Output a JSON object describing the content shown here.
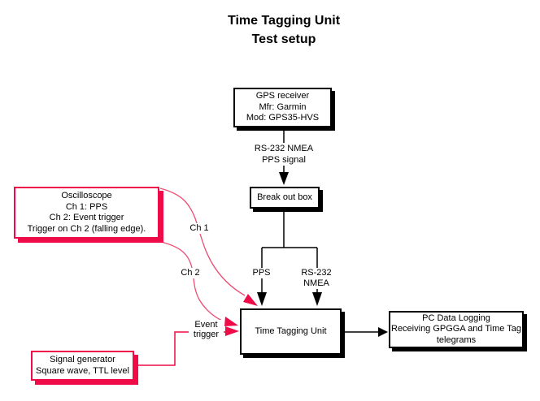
{
  "title": {
    "line1": "Time Tagging Unit",
    "line2": "Test setup"
  },
  "colors": {
    "accent_red": "#ef0a48",
    "curve_pink": "#ee4d74",
    "ink_black": "#000000"
  },
  "nodes": {
    "gps_receiver": {
      "lines": [
        "GPS receiver",
        "Mfr: Garmin",
        "Mod: GPS35-HVS"
      ]
    },
    "break_out_box": {
      "lines": [
        "Break out box"
      ]
    },
    "time_tagging_unit": {
      "lines": [
        "Time Tagging Unit"
      ]
    },
    "pc_data_logging": {
      "lines": [
        "PC Data Logging",
        "Receiving GPGGA and Time Tag",
        "telegrams"
      ]
    },
    "oscilloscope": {
      "lines": [
        "Oscilloscope",
        "Ch 1: PPS",
        "Ch 2: Event trigger",
        "Trigger on Ch 2 (falling edge)."
      ]
    },
    "signal_generator": {
      "lines": [
        "Signal generator",
        "Square wave, TTL level"
      ]
    }
  },
  "labels": {
    "gps_to_breakout": {
      "line1": "RS-232 NMEA",
      "line2": "PPS signal"
    },
    "pps": "PPS",
    "rs232_nmea": "RS-232 NMEA",
    "ch1": "Ch 1",
    "ch2": "Ch 2",
    "event_trigger": {
      "line1": "Event",
      "line2": "trigger"
    }
  }
}
